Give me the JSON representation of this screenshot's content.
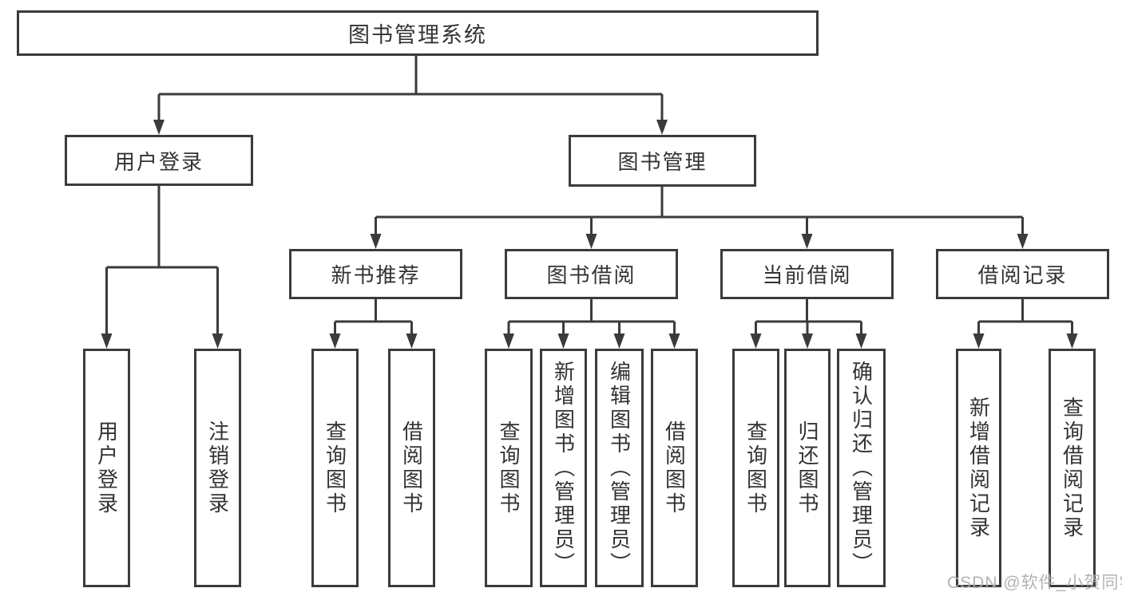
{
  "diagram": {
    "root": {
      "label": "图书管理系统"
    },
    "branches": [
      {
        "label": "用户登录",
        "children": [
          "用户登录",
          "注销登录"
        ]
      },
      {
        "label": "图书管理",
        "groups": [
          {
            "label": "新书推荐",
            "children": [
              "查询图书",
              "借阅图书"
            ]
          },
          {
            "label": "图书借阅",
            "children": [
              "查询图书",
              "新增图书（管理员）",
              "编辑图书（管理员）",
              "借阅图书"
            ]
          },
          {
            "label": "当前借阅",
            "children": [
              "查询图书",
              "归还图书",
              "确认归还（管理员）"
            ]
          },
          {
            "label": "借阅记录",
            "children": [
              "新增借阅记录",
              "查询借阅记录"
            ]
          }
        ]
      }
    ],
    "watermark": "CSDN @软件_小贺同学",
    "colors": {
      "line": "#3b3b3b",
      "box_border": "#3b3b3b",
      "text": "#333333",
      "watermark_text": "#adadad",
      "background": "#ffffff"
    }
  }
}
